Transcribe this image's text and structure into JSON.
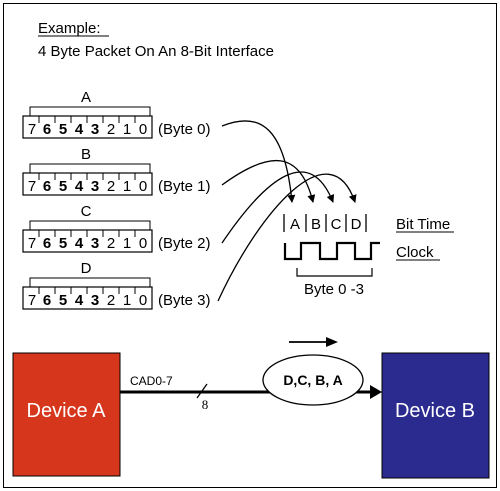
{
  "header": {
    "title": "Example:",
    "subtitle": "4 Byte Packet On An 8-Bit Interface"
  },
  "bytes": [
    {
      "letter": "A",
      "label": "(Byte 0)"
    },
    {
      "letter": "B",
      "label": "(Byte 1)"
    },
    {
      "letter": "C",
      "label": "(Byte 2)"
    },
    {
      "letter": "D",
      "label": "(Byte 3)"
    }
  ],
  "bit_digits": [
    "7",
    "6",
    "5",
    "4",
    "3",
    "2",
    "1",
    "0"
  ],
  "timing": {
    "slots": [
      "A",
      "B",
      "C",
      "D"
    ],
    "bit_time_label": "Bit Time",
    "clock_label": "Clock",
    "span_label": "Byte 0 -3"
  },
  "devices": {
    "device_a": {
      "label": "Device A",
      "color": "#d6361c"
    },
    "device_b": {
      "label": "Device B",
      "color": "#2b2b8f"
    }
  },
  "bus": {
    "signal_label": "CAD0-7",
    "width_label": "8",
    "packet_label": "D,C, B, A"
  }
}
